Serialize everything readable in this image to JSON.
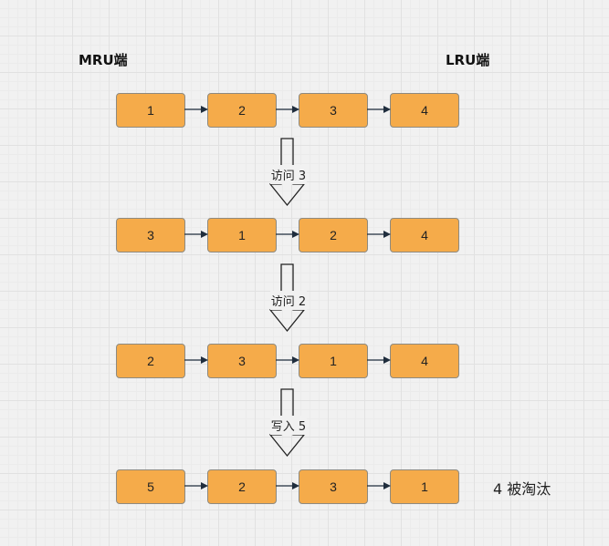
{
  "labels": {
    "mru": "MRU端",
    "lru": "LRU端"
  },
  "rows": [
    {
      "nodes": [
        "1",
        "2",
        "3",
        "4"
      ]
    },
    {
      "nodes": [
        "3",
        "1",
        "2",
        "4"
      ]
    },
    {
      "nodes": [
        "2",
        "3",
        "1",
        "4"
      ]
    },
    {
      "nodes": [
        "5",
        "2",
        "3",
        "1"
      ]
    }
  ],
  "steps": [
    "访问 3",
    "访问 2",
    "写入 5"
  ],
  "note": "4 被淘汰",
  "colors": {
    "node_fill": "#f5ab4a",
    "node_border": "#8e8a80",
    "arrow": "#1f2d3d"
  }
}
